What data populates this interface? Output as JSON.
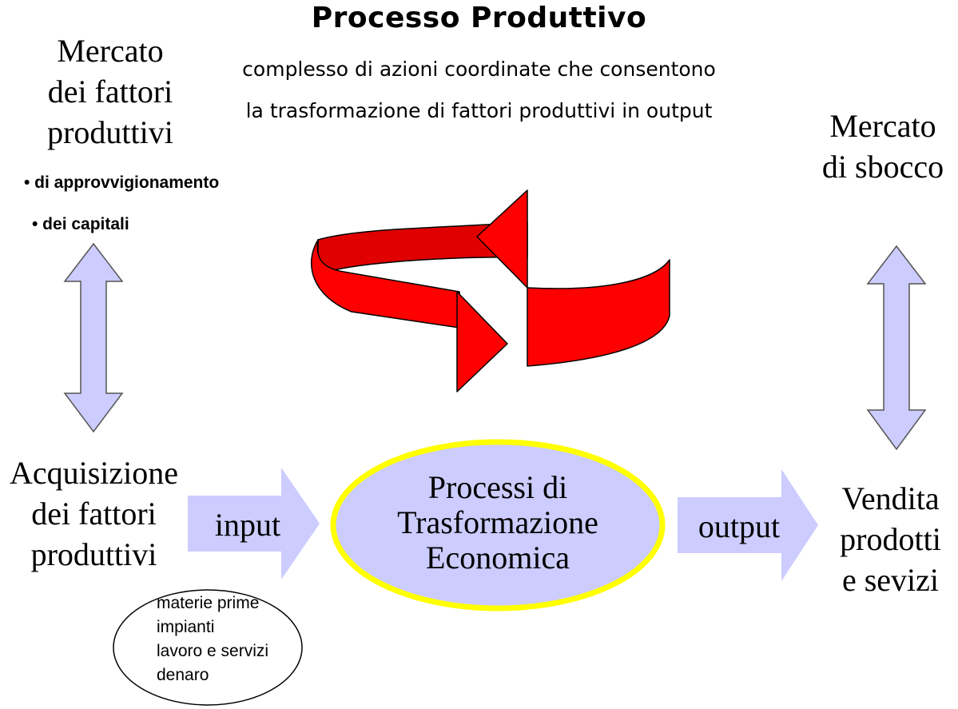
{
  "title": "Processo Produttivo",
  "subtitle_lines": [
    "complesso di azioni coordinate che consentono",
    "la trasformazione di fattori produttivi in output"
  ],
  "left_market": {
    "lines": [
      "Mercato",
      "dei fattori",
      "produttivi"
    ],
    "bullets": [
      "• di approvvigionamento",
      "• dei capitali"
    ]
  },
  "right_market": {
    "lines": [
      "Mercato",
      "di sbocco"
    ]
  },
  "acquisition": {
    "lines": [
      "Acquisizione",
      "dei fattori",
      "produttivi"
    ]
  },
  "input_label": "input",
  "output_label": "output",
  "center_process": {
    "lines": [
      "Processi di",
      "Trasformazione",
      "Economica"
    ]
  },
  "sales": {
    "lines": [
      "Vendita",
      "prodotti",
      "e sevizi"
    ]
  },
  "inputs_list": [
    "materie prime",
    "impianti",
    "lavoro e servizi",
    "denaro"
  ],
  "colors": {
    "cycle_arrow": "#ff0000",
    "cycle_arrow_dark": "#e00000",
    "block_arrow": "#ccccff",
    "ellipse_fill": "#ccccff",
    "ellipse_border": "#ffff00"
  }
}
